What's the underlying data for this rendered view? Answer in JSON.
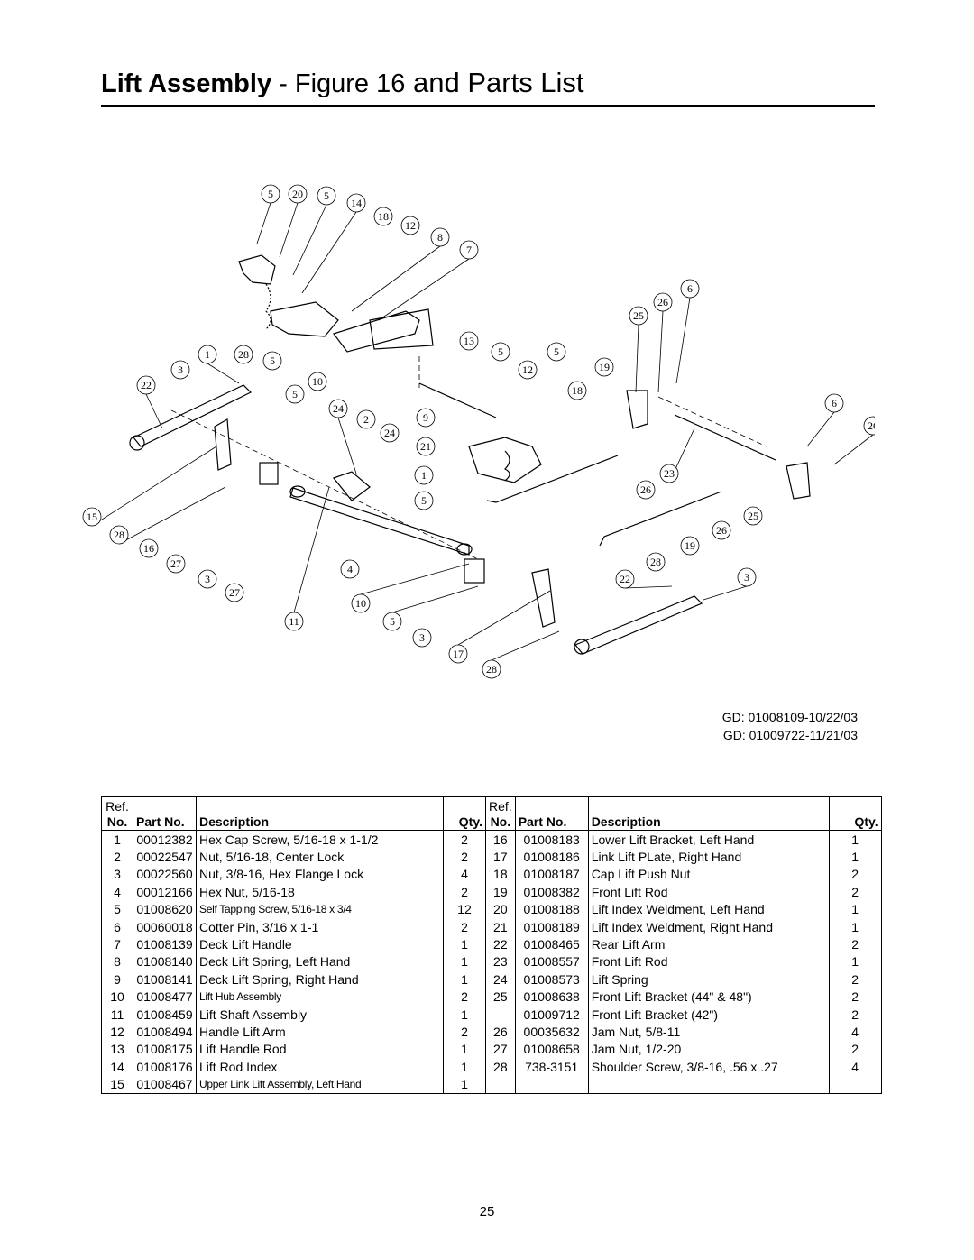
{
  "page": {
    "title_bold": "Lift Assembly",
    "title_rest_a": " - Figure 16",
    "title_rest_b": " and Parts List",
    "page_number": "25"
  },
  "diagram": {
    "drawing_codes": [
      "GD: 01008109-10/22/03",
      "GD: 01009722-11/21/03"
    ]
  },
  "table": {
    "headers": {
      "ref_top": "Ref.",
      "ref_bottom": "No.",
      "part_no": "Part No.",
      "description": "Description",
      "qty": "Qty."
    },
    "left": [
      {
        "ref": "1",
        "part": "00012382",
        "desc": "Hex Cap Screw, 5/16-18 x 1-1/2",
        "qty": "2"
      },
      {
        "ref": "2",
        "part": "00022547",
        "desc": "Nut, 5/16-18, Center Lock",
        "qty": "2"
      },
      {
        "ref": "3",
        "part": "00022560",
        "desc": "Nut, 3/8-16, Hex Flange Lock",
        "qty": "4"
      },
      {
        "ref": "4",
        "part": "00012166",
        "desc": "Hex Nut, 5/16-18",
        "qty": "2"
      },
      {
        "ref": "5",
        "part": "01008620",
        "desc": "Self Tapping Screw, 5/16-18 x 3/4",
        "qty": "12",
        "small": true
      },
      {
        "ref": "6",
        "part": "00060018",
        "desc": "Cotter Pin, 3/16 x 1-1",
        "qty": "2"
      },
      {
        "ref": "7",
        "part": "01008139",
        "desc": "Deck Lift Handle",
        "qty": "1"
      },
      {
        "ref": "8",
        "part": "01008140",
        "desc": "Deck Lift Spring, Left Hand",
        "qty": "1"
      },
      {
        "ref": "9",
        "part": "01008141",
        "desc": "Deck Lift Spring, Right Hand",
        "qty": "1"
      },
      {
        "ref": "10",
        "part": "01008477",
        "desc": "Lift Hub Assembly",
        "qty": "2",
        "small": true
      },
      {
        "ref": "11",
        "part": "01008459",
        "desc": "Lift Shaft Assembly",
        "qty": "1"
      },
      {
        "ref": "12",
        "part": "01008494",
        "desc": "Handle Lift Arm",
        "qty": "2"
      },
      {
        "ref": "13",
        "part": "01008175",
        "desc": "Lift Handle Rod",
        "qty": "1"
      },
      {
        "ref": "14",
        "part": "01008176",
        "desc": "Lift Rod Index",
        "qty": "1"
      },
      {
        "ref": "15",
        "part": "01008467",
        "desc": "Upper Link Lift Assembly, Left Hand",
        "qty": "1",
        "small": true
      }
    ],
    "right": [
      {
        "ref": "16",
        "part": "01008183",
        "desc": "Lower Lift Bracket, Left Hand",
        "qty": "1"
      },
      {
        "ref": "17",
        "part": "01008186",
        "desc": "Link Lift PLate, Right Hand",
        "qty": "1"
      },
      {
        "ref": "18",
        "part": "01008187",
        "desc": "Cap Lift Push Nut",
        "qty": "2"
      },
      {
        "ref": "19",
        "part": "01008382",
        "desc": "Front Lift Rod",
        "qty": "2"
      },
      {
        "ref": "20",
        "part": "01008188",
        "desc": "Lift Index Weldment, Left Hand",
        "qty": "1"
      },
      {
        "ref": "21",
        "part": "01008189",
        "desc": "Lift Index Weldment, Right Hand",
        "qty": "1"
      },
      {
        "ref": "22",
        "part": "01008465",
        "desc": "Rear Lift Arm",
        "qty": "2"
      },
      {
        "ref": "23",
        "part": "01008557",
        "desc": "Front Lift Rod",
        "qty": "1"
      },
      {
        "ref": "24",
        "part": "01008573",
        "desc": "Lift Spring",
        "qty": "2"
      },
      {
        "ref": "25",
        "part": "01008638",
        "desc": "Front Lift Bracket (44\" & 48\")",
        "qty": "2"
      },
      {
        "ref": "",
        "part": "01009712",
        "desc": "Front Lift Bracket (42\")",
        "qty": "2"
      },
      {
        "ref": "26",
        "part": "00035632",
        "desc": "Jam Nut, 5/8-11",
        "qty": "4"
      },
      {
        "ref": "27",
        "part": "01008658",
        "desc": "Jam Nut, 1/2-20",
        "qty": "2"
      },
      {
        "ref": "28",
        "part": "738-3151",
        "desc": "Shoulder Screw, 3/8-16, .56 x .27",
        "qty": "4"
      },
      {
        "ref": "",
        "part": "",
        "desc": "",
        "qty": ""
      }
    ]
  }
}
